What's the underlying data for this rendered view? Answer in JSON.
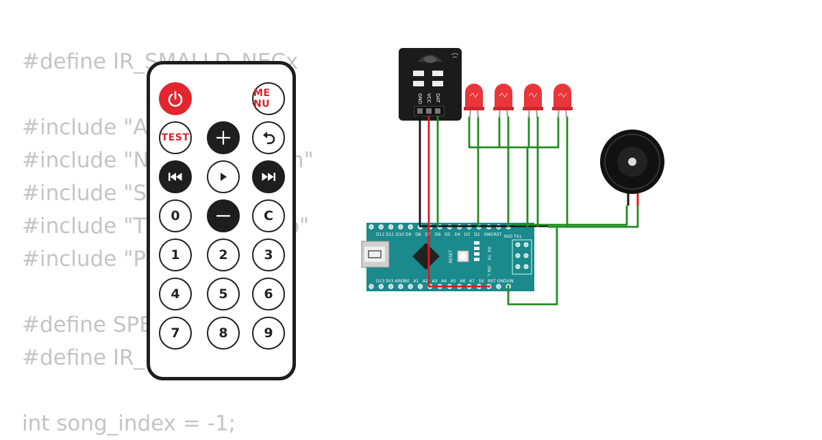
{
  "code_lines": [
    "#define IR_SMALLD_NECx",
    "",
    "#include \"Ar",
    "#include \"Ne                  .h\"",
    "#include \"Se",
    "#include \"Ti                  op\"",
    "#include \"Pl",
    "",
    "#define SPE",
    "#define IR_P",
    "",
    "int song_index = -1;"
  ],
  "remote": {
    "power_icon": "power-icon",
    "menu_label": "ME NU",
    "test_label": "TEST",
    "plus_icon": "plus-icon",
    "back_icon": "back-arrow-icon",
    "prev_icon": "previous-track-icon",
    "play_icon": "play-icon",
    "next_icon": "next-track-icon",
    "zero": "0",
    "minus_icon": "minus-icon",
    "clear": "C",
    "digits": [
      "1",
      "2",
      "3",
      "4",
      "5",
      "6",
      "7",
      "8",
      "9"
    ]
  },
  "ir_receiver": {
    "pins": [
      "GND",
      "VCC",
      "DAT"
    ]
  },
  "leds": {
    "count": 4,
    "color": "#e8363b"
  },
  "arduino": {
    "top_pins": [
      "D12",
      "D11",
      "D10",
      "D9",
      "D8",
      "D7",
      "D6",
      "D5",
      "D4",
      "D3",
      "D2",
      "GND",
      "RST"
    ],
    "bottom_pins": [
      "D13",
      "3V3",
      "AREF",
      "A0",
      "A1",
      "A2",
      "A3",
      "A4",
      "A5",
      "A6",
      "A7",
      "5V",
      "RST",
      "GND",
      "VIN"
    ],
    "side_label": "RX0 TX1",
    "reset_label": "RESET",
    "led_labels": [
      "TX",
      "RX",
      "ON",
      "L"
    ]
  },
  "colors": {
    "wire_green": "#1e8c1e",
    "wire_red": "#e01b1b",
    "wire_black": "#111111",
    "board": "#1a8a8c",
    "code_text": "#c4c4c4"
  }
}
